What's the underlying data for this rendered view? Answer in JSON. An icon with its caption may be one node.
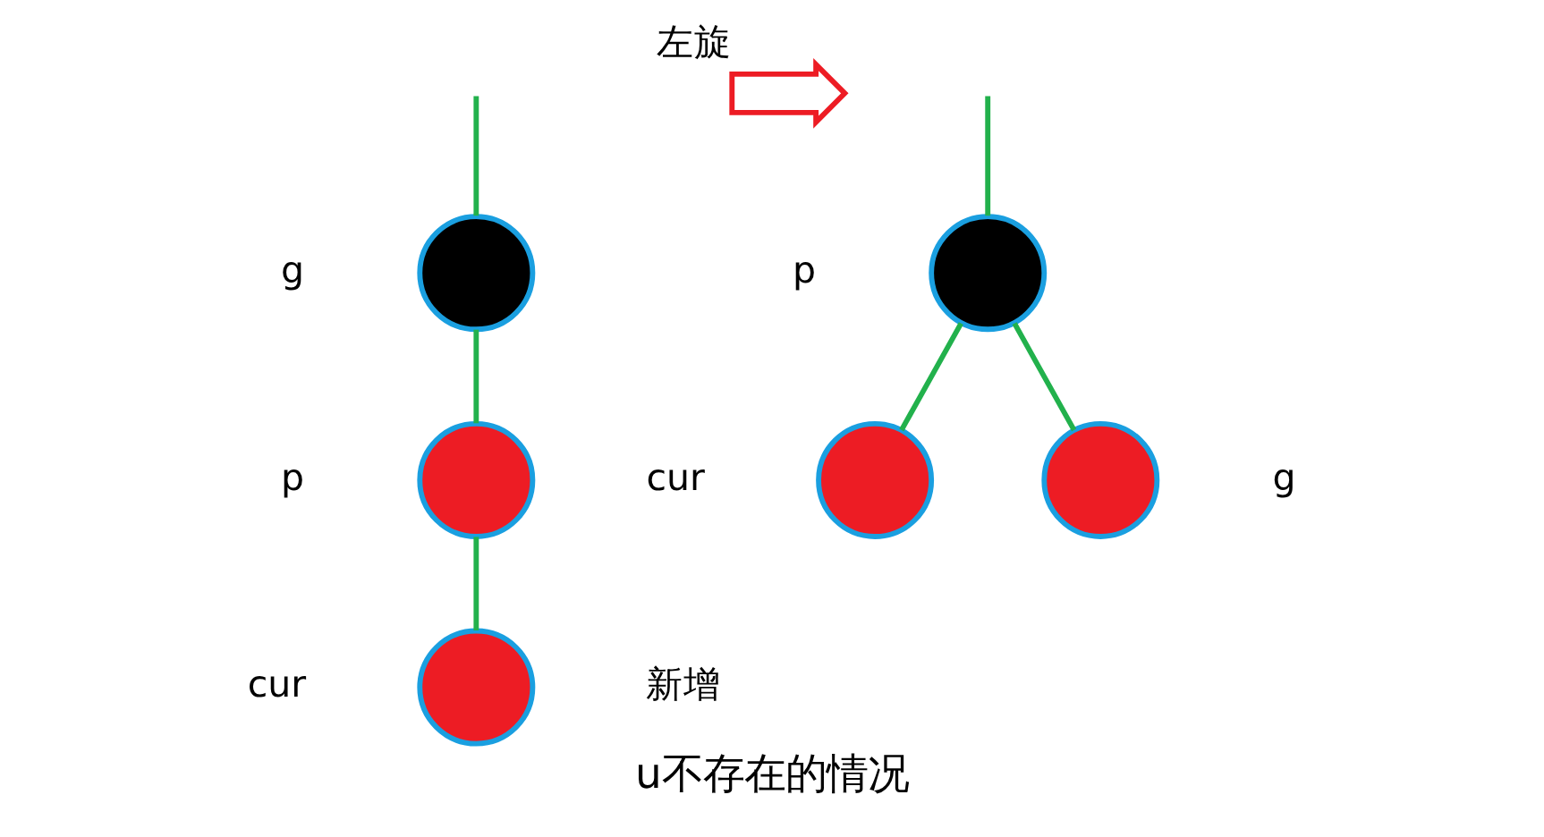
{
  "diagram": {
    "caption": "u不存在的情况",
    "nodes": [
      {
        "text": [],
        "shape": "circle",
        "beside": [
          "g"
        ]
      },
      {
        "text": [],
        "shape": "circle",
        "beside": [
          "p"
        ]
      },
      {
        "text": [],
        "shape": "circle",
        "beside": [
          "cur",
          "新增"
        ]
      },
      {
        "text": [],
        "shape": "arrow",
        "beside": [
          "左旋"
        ]
      },
      {
        "text": [],
        "shape": "circle",
        "beside": [
          "p"
        ]
      },
      {
        "text": [],
        "shape": "circle",
        "beside": [
          "cur"
        ]
      },
      {
        "text": [],
        "shape": "circle",
        "beside": [
          "g"
        ]
      }
    ],
    "edges": [
      {
        "from": null,
        "to": 0,
        "arrow": "none"
      },
      {
        "from": 0,
        "to": 1,
        "arrow": "none"
      },
      {
        "from": 1,
        "to": 2,
        "arrow": "none"
      },
      {
        "from": null,
        "to": 4,
        "arrow": "none"
      },
      {
        "from": 4,
        "to": 5,
        "arrow": "none"
      },
      {
        "from": 4,
        "to": 6,
        "arrow": "none"
      }
    ]
  }
}
